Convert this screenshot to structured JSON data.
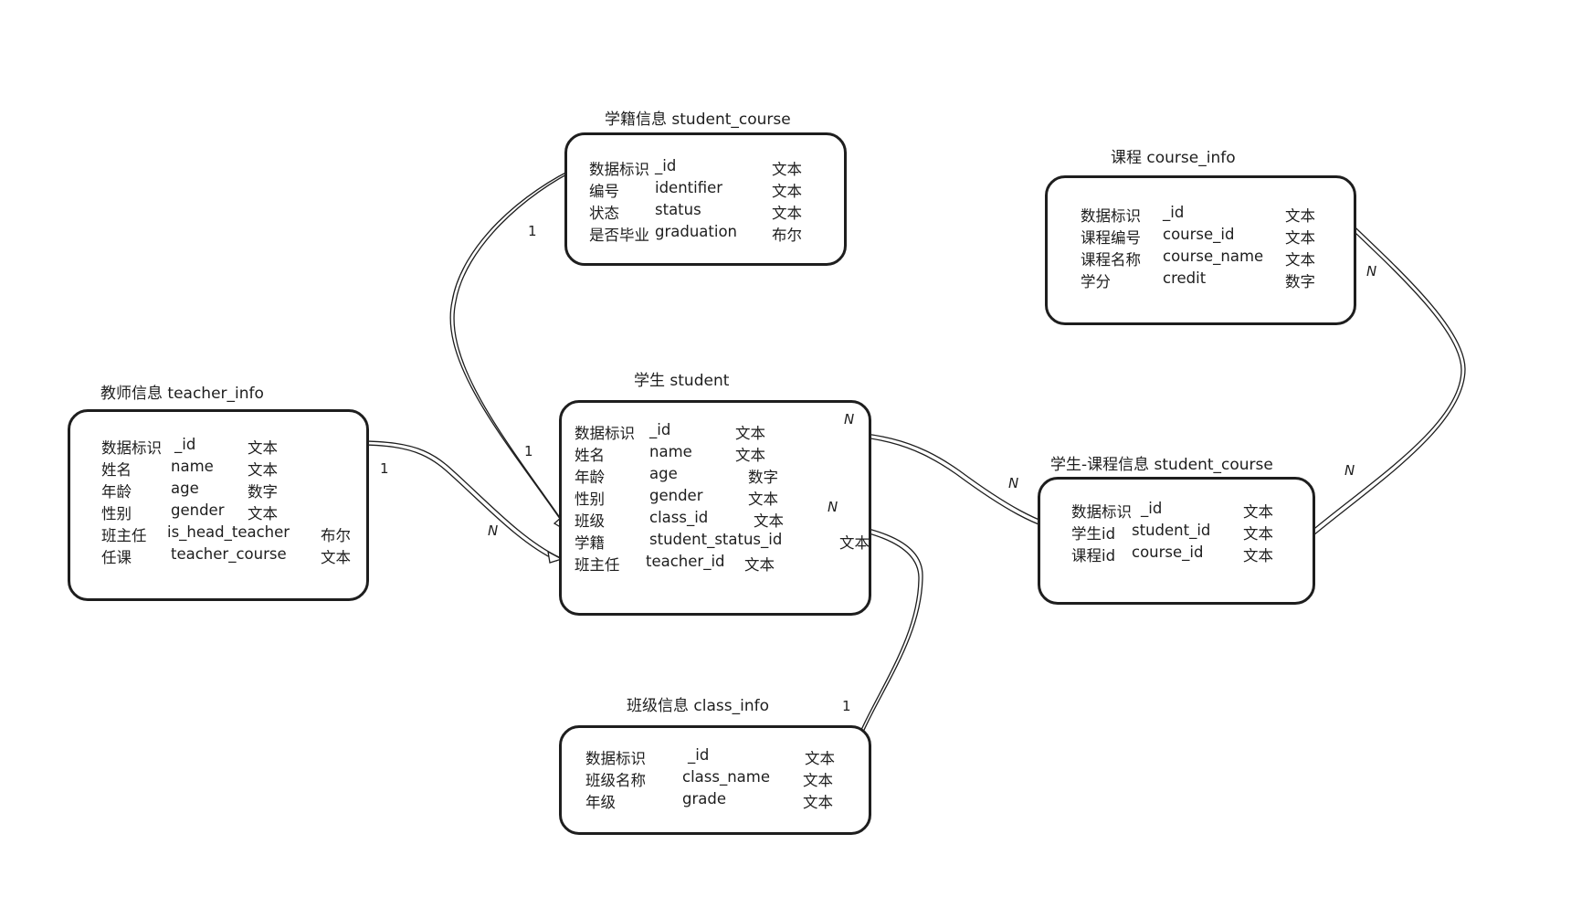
{
  "entities": [
    {
      "id": "student_course_status",
      "title": "学籍信息  student_course",
      "fields": [
        {
          "label": "数据标识",
          "name": "_id",
          "type": "文本"
        },
        {
          "label": "编号",
          "name": "identifier",
          "type": "文本"
        },
        {
          "label": "状态",
          "name": "status",
          "type": "文本"
        },
        {
          "label": "是否毕业",
          "name": "graduation",
          "type": "布尔"
        }
      ]
    },
    {
      "id": "course_info",
      "title": "课程  course_info",
      "fields": [
        {
          "label": "数据标识",
          "name": "_id",
          "type": "文本"
        },
        {
          "label": "课程编号",
          "name": "course_id",
          "type": "文本"
        },
        {
          "label": "课程名称",
          "name": "course_name",
          "type": "文本"
        },
        {
          "label": "学分",
          "name": "credit",
          "type": "数字"
        }
      ]
    },
    {
      "id": "teacher_info",
      "title": "教师信息  teacher_info",
      "fields": [
        {
          "label": "数据标识",
          "name": "_id",
          "type": "文本"
        },
        {
          "label": "姓名",
          "name": "name",
          "type": "文本"
        },
        {
          "label": "年龄",
          "name": "age",
          "type": "数字"
        },
        {
          "label": "性别",
          "name": "gender",
          "type": "文本"
        },
        {
          "label": "班主任",
          "name": "is_head_teacher",
          "type": "布尔"
        },
        {
          "label": "任课",
          "name": "teacher_course",
          "type": "文本"
        }
      ]
    },
    {
      "id": "student",
      "title": "学生 student",
      "fields": [
        {
          "label": "数据标识",
          "name": "_id",
          "type": "文本"
        },
        {
          "label": "姓名",
          "name": "name",
          "type": "文本"
        },
        {
          "label": "年龄",
          "name": "age",
          "type": "数字"
        },
        {
          "label": "性别",
          "name": "gender",
          "type": "文本"
        },
        {
          "label": "班级",
          "name": "class_id",
          "type": "文本"
        },
        {
          "label": "学籍",
          "name": "student_status_id",
          "type": "文本"
        },
        {
          "label": "班主任",
          "name": "teacher_id",
          "type": "文本"
        }
      ]
    },
    {
      "id": "student_course",
      "title": "学生-课程信息  student_course",
      "fields": [
        {
          "label": "数据标识",
          "name": "_id",
          "type": "文本"
        },
        {
          "label": "学生id",
          "name": "student_id",
          "type": "文本"
        },
        {
          "label": "课程id",
          "name": "course_id",
          "type": "文本"
        }
      ]
    },
    {
      "id": "class_info",
      "title": "班级信息  class_info",
      "fields": [
        {
          "label": "数据标识",
          "name": "_id",
          "type": "文本"
        },
        {
          "label": "班级名称",
          "name": "class_name",
          "type": "文本"
        },
        {
          "label": "年级",
          "name": "grade",
          "type": "文本"
        }
      ]
    }
  ],
  "relations": [
    {
      "id": "status-rel",
      "from": "student.学籍",
      "to": "student_course_status._id",
      "labels": [
        "1",
        "1"
      ]
    },
    {
      "id": "teacher-rel",
      "from": "student.班主任",
      "to": "teacher_info._id",
      "labels": [
        "1",
        "N"
      ]
    },
    {
      "id": "student-sc-rel",
      "from": "student._id",
      "to": "student_course.学生id",
      "labels": [
        "N",
        "N"
      ]
    },
    {
      "id": "class-rel",
      "from": "student.class_id",
      "to": "class_info._id",
      "labels": [
        "N",
        "1"
      ]
    },
    {
      "id": "course-sc-rel",
      "from": "course_info._id",
      "to": "student_course.课程id",
      "labels": [
        "N",
        "N"
      ]
    }
  ]
}
